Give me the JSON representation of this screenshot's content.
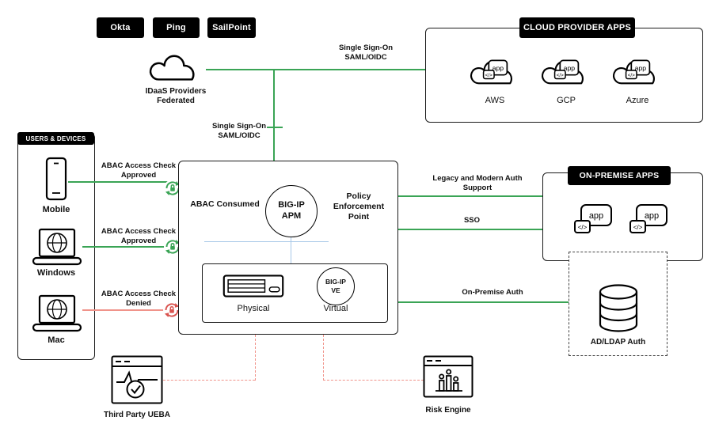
{
  "idaas": {
    "providers": [
      {
        "label": "Okta"
      },
      {
        "label": "Ping"
      },
      {
        "label": "SailPoint"
      }
    ],
    "cloud_label": "IDaaS Providers\nFederated"
  },
  "cloud_provider_apps": {
    "title": "CLOUD PROVIDER APPS",
    "badge": "app",
    "code": "</>",
    "apps": [
      {
        "name": "AWS"
      },
      {
        "name": "GCP"
      },
      {
        "name": "Azure"
      }
    ]
  },
  "users_devices": {
    "title": "USERS & DEVICES",
    "devices": [
      {
        "name": "Mobile"
      },
      {
        "name": "Windows"
      },
      {
        "name": "Mac"
      }
    ]
  },
  "apm_box": {
    "abac_consumed": "ABAC Consumed",
    "core": "BIG-IP\nAPM",
    "pep": "Policy\nEnforcement\nPoint",
    "physical_label": "Physical",
    "virtual_label": "Virtual",
    "ve": "BIG-IP\nVE"
  },
  "on_premise_apps": {
    "title": "ON-PREMISE APPS",
    "badge": "app",
    "code": "</>"
  },
  "ad_ldap": {
    "label": "AD/LDAP Auth"
  },
  "analytics": {
    "ueba": "Third Party UEBA",
    "risk": "Risk Engine"
  },
  "connections": {
    "sso_top": "Single Sign-On\nSAML/OIDC",
    "sso_mid": "Single Sign-On\nSAML/OIDC",
    "legacy_modern": "Legacy and Modern Auth\nSupport",
    "sso": "SSO",
    "on_prem_auth": "On-Premise Auth",
    "abac_approved_1": "ABAC Access Check\nApproved",
    "abac_approved_2": "ABAC Access Check\nApproved",
    "abac_denied": "ABAC Access Check\nDenied"
  },
  "colors": {
    "line_green": "#3aa455",
    "line_red": "#f0938a",
    "denied_icon": "#d9534f",
    "line_blue": "#a6c7e7"
  }
}
